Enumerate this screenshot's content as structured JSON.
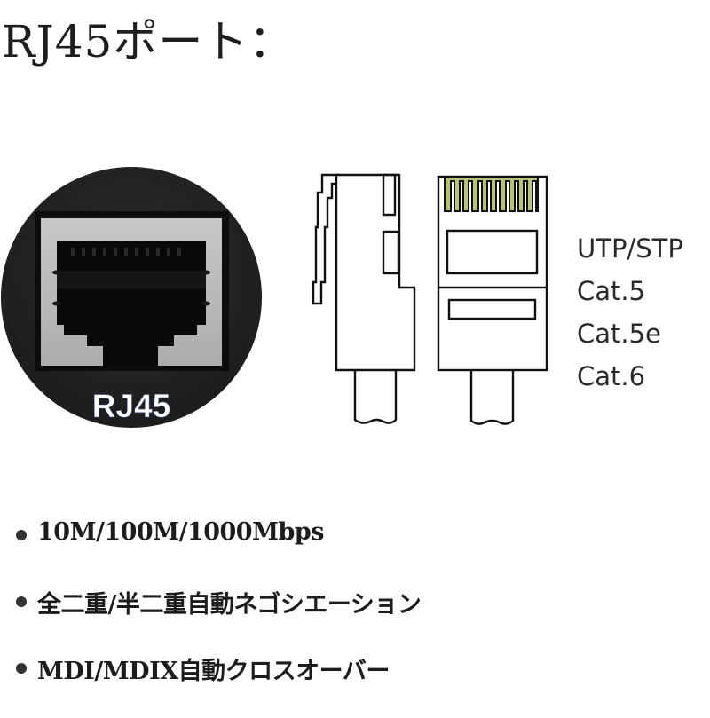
{
  "title": "RJ45ポート：",
  "port_photo": {
    "label": "RJ45",
    "colors": {
      "panel": "#232325",
      "frame": "#b9b7b6",
      "socket": "#0c0c0c",
      "label_text": "#ffffff"
    }
  },
  "connector_diagram": {
    "views": [
      "side-view",
      "front-view"
    ],
    "colors": {
      "stroke": "#111111",
      "contacts": "#b8c27a",
      "fill": "#ffffff"
    },
    "contact_count": 8
  },
  "cable_types": [
    "UTP/STP",
    "Cat.5",
    "Cat.5e",
    "Cat.6"
  ],
  "features": [
    "10M/100M/1000Mbps",
    "全二重/半二重自動ネゴシエーション",
    "MDI/MDIX自動クロスオーバー"
  ]
}
